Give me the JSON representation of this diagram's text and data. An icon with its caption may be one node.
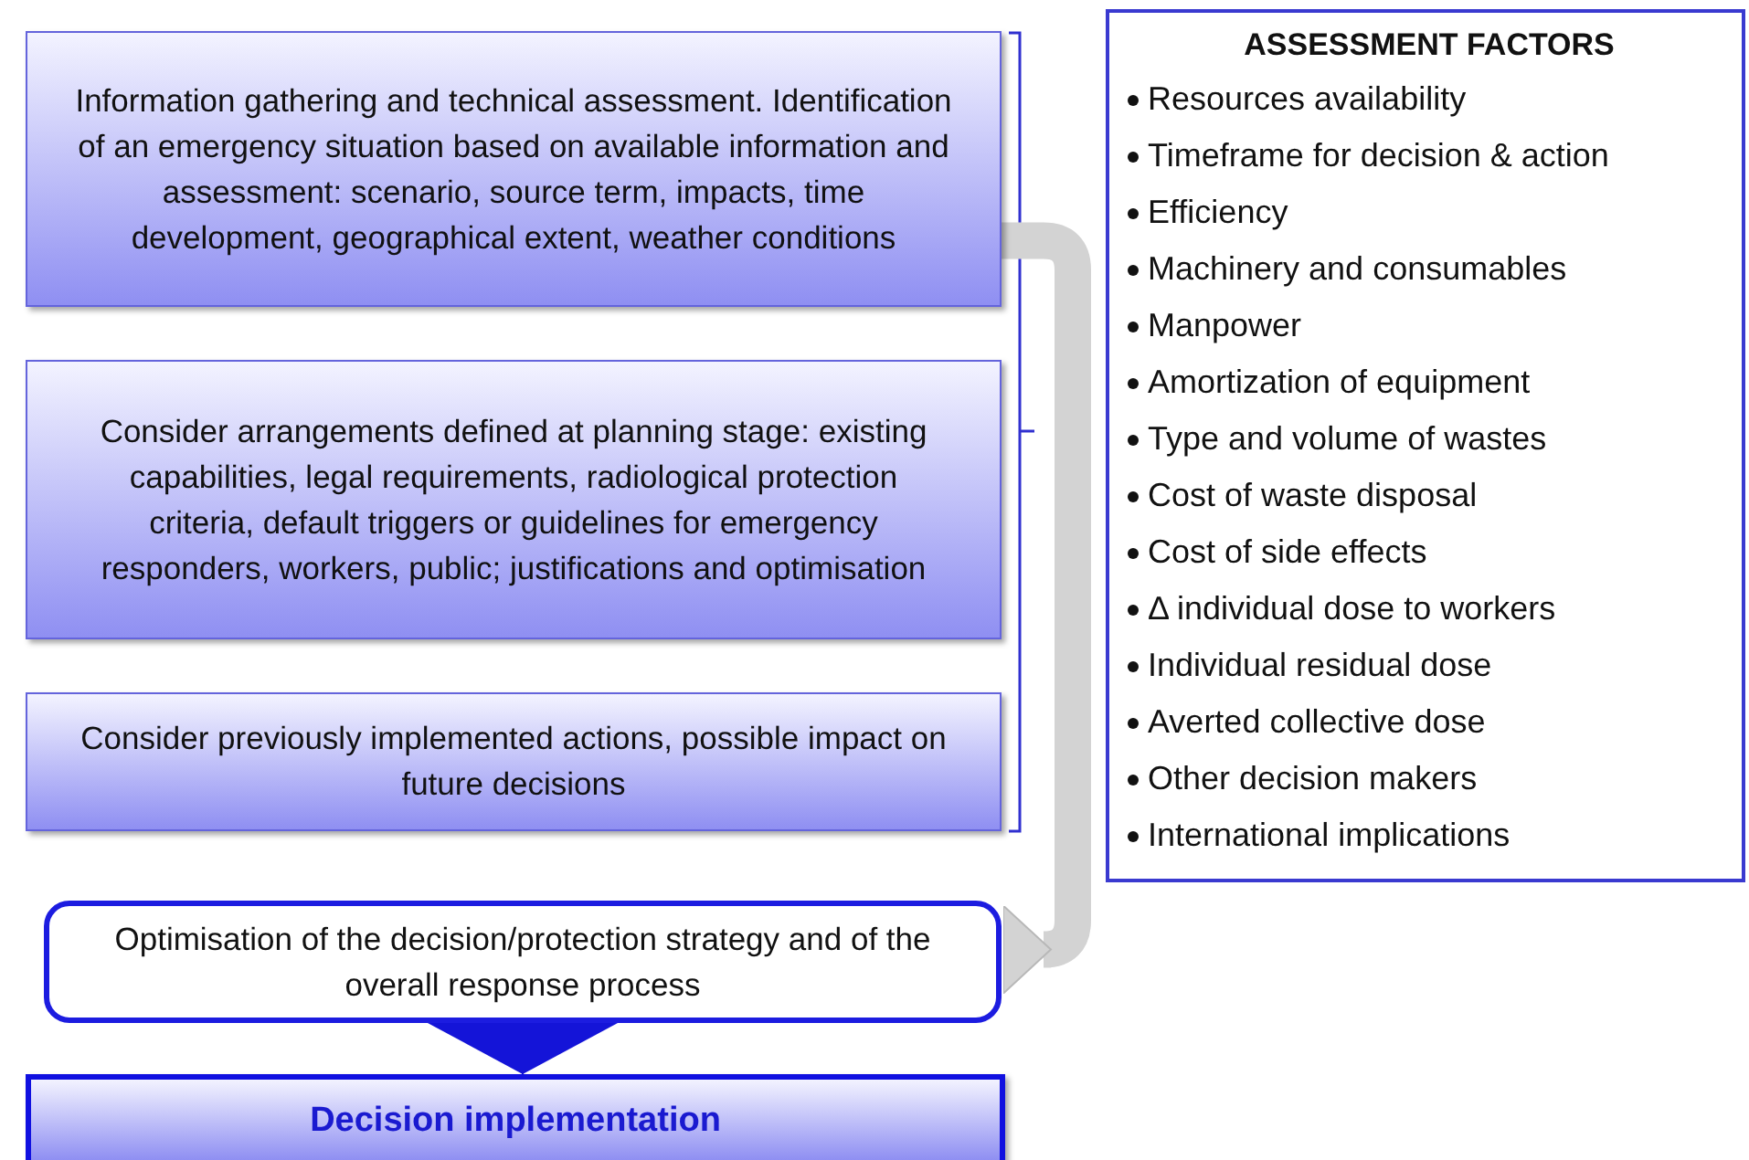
{
  "diagram": {
    "nodes": [
      {
        "text": [
          "Information gathering and technical assessment. Identification of an emergency situation based on available information and assessment: scenario, source term, impacts, time development, geographical extent, weather conditions"
        ]
      },
      {
        "text": [
          "Consider arrangements defined at planning stage: existing capabilities, legal requirements, radiological protection criteria, default triggers or guidelines for emergency responders, workers, public; justifications and optimisation"
        ]
      },
      {
        "text": [
          "Consider previously implemented actions, possible impact on future decisions"
        ]
      },
      {
        "text": [
          "ASSESSMENT FACTORS",
          "Resources availability",
          "Timeframe for decision & action",
          "Efficiency",
          "Machinery and consumables",
          "Manpower",
          "Amortization of equipment",
          "Type and volume of wastes",
          "Cost of waste disposal",
          "Cost of side effects",
          "Δ individual dose to workers",
          "Individual residual dose",
          "Averted collective dose",
          "Other decision makers",
          "International implications"
        ]
      },
      {
        "text": [
          "Optimisation of the decision/protection strategy and of the overall response process"
        ]
      },
      {
        "text": [
          "Decision implementation"
        ]
      }
    ],
    "edges": [
      {
        "from": 0,
        "to": 4,
        "arrow": "to",
        "style": "thick",
        "color": "#d3d3d3"
      },
      {
        "from": 4,
        "to": 5,
        "arrow": "to",
        "color": "#1414d8"
      }
    ]
  }
}
